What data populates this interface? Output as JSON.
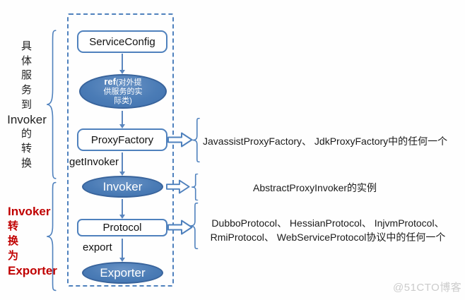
{
  "diagram": {
    "flow": {
      "service_config": "ServiceConfig",
      "ref_bold": "ref",
      "ref_line1_rest": "(对外提",
      "ref_line2": "供服务的实",
      "ref_line3": "际类)",
      "proxy_factory": "ProxyFactory",
      "get_invoker_label": "getInvoker",
      "invoker": "Invoker",
      "protocol": "Protocol",
      "export_label": "export",
      "exporter": "Exporter"
    },
    "left_notes": {
      "black_lines": [
        "具",
        "体",
        "服",
        "务",
        "到",
        "Invoker",
        "的",
        "转",
        "换"
      ],
      "red_lines": [
        "Invoker",
        "转",
        "换",
        "为",
        "Exporter"
      ]
    },
    "annotations": {
      "proxy_factory_impls": "JavassistProxyFactory、 JdkProxyFactory中的任何一个",
      "invoker_impl": "AbstractProxyInvoker的实例",
      "protocol_impls_line1": "DubboProtocol、 HessianProtocol、 InjvmProtocol、",
      "protocol_impls_line2": "RmiProtocol、 WebServiceProtocol协议中的任何一个"
    },
    "colors": {
      "accent_blue": "#4f81bd",
      "ellipse_fill": "#4b7cb6",
      "ellipse_border": "#38639b",
      "red_text": "#c00000",
      "watermark_gray": "#cbcbcb"
    },
    "watermark": "@51CTO博客"
  }
}
